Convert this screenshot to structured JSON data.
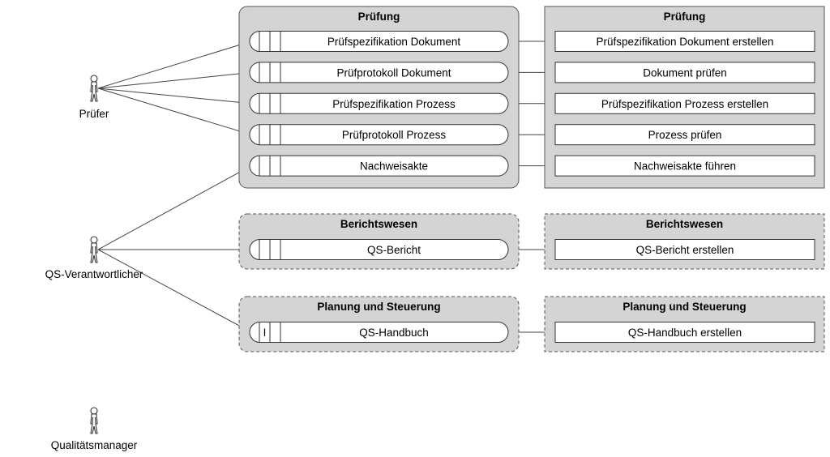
{
  "actors": [
    {
      "id": "pruefer",
      "label": "Prüfer"
    },
    {
      "id": "qs",
      "label": "QS-Verantwortlicher"
    },
    {
      "id": "qm",
      "label": "Qualitätsmanager"
    }
  ],
  "left_groups": [
    {
      "title": "Prüfung",
      "style": "solid",
      "items": [
        {
          "label": "Prüfspezifikation Dokument",
          "marker": ""
        },
        {
          "label": "Prüfprotokoll Dokument",
          "marker": ""
        },
        {
          "label": "Prüfspezifikation Prozess",
          "marker": ""
        },
        {
          "label": "Prüfprotokoll Prozess",
          "marker": ""
        },
        {
          "label": "Nachweisakte",
          "marker": ""
        }
      ]
    },
    {
      "title": "Berichtswesen",
      "style": "dashed",
      "items": [
        {
          "label": "QS-Bericht",
          "marker": ""
        }
      ]
    },
    {
      "title": "Planung und Steuerung",
      "style": "dashed",
      "items": [
        {
          "label": "QS-Handbuch",
          "marker": "I"
        }
      ]
    }
  ],
  "right_groups": [
    {
      "title": "Prüfung",
      "style": "solid",
      "items": [
        "Prüfspezifikation Dokument erstellen",
        "Dokument prüfen",
        "Prüfspezifikation Prozess erstellen",
        "Prozess prüfen",
        "Nachweisakte führen"
      ]
    },
    {
      "title": "Berichtswesen",
      "style": "dashed",
      "items": [
        "QS-Bericht erstellen"
      ]
    },
    {
      "title": "Planung und Steuerung",
      "style": "dashed",
      "items": [
        "QS-Handbuch erstellen"
      ]
    }
  ],
  "connections": [
    {
      "actor": "pruefer",
      "group": 0,
      "item": 0
    },
    {
      "actor": "pruefer",
      "group": 0,
      "item": 1
    },
    {
      "actor": "pruefer",
      "group": 0,
      "item": 2
    },
    {
      "actor": "pruefer",
      "group": 0,
      "item": 3
    },
    {
      "actor": "qs",
      "group": 0,
      "item": 4
    },
    {
      "actor": "qs",
      "group": 1,
      "item": 0
    },
    {
      "actor": "qs",
      "group": 2,
      "item": 0
    }
  ],
  "colors": {
    "group_fill": "#d4d4d4",
    "group_stroke": "#555555",
    "item_fill": "#ffffff",
    "line": "#444444"
  }
}
